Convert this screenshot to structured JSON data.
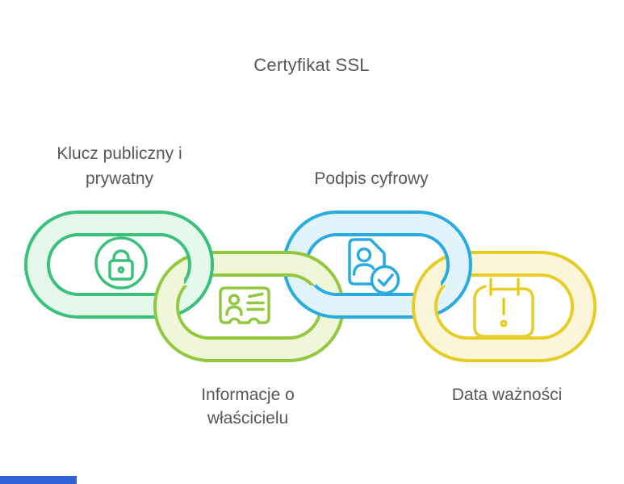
{
  "title": "Certyfikat SSL",
  "text_color": "#56575a",
  "footer": {
    "bar_color": "#2f62d8"
  },
  "links": [
    {
      "name": "klucz-publiczny-i-prywatny",
      "label_lines": [
        "Klucz publiczny i",
        "prywatny"
      ],
      "icon": "lock-icon",
      "stroke": "#39c07b",
      "fill": "#e4f8ec"
    },
    {
      "name": "informacje-o-wlascicielu",
      "label_lines": [
        "Informacje o",
        "właścicielu"
      ],
      "icon": "id-card-icon",
      "stroke": "#92c83e",
      "fill": "#eff7d8"
    },
    {
      "name": "podpis-cyfrowy",
      "label_lines": [
        "Podpis cyfrowy"
      ],
      "icon": "verified-document-icon",
      "stroke": "#29abe2",
      "fill": "#e1f3fb"
    },
    {
      "name": "data-waznosci",
      "label_lines": [
        "Data ważności"
      ],
      "icon": "calendar-alert-icon",
      "stroke": "#e7cc23",
      "fill": "#fbf6d9"
    }
  ]
}
